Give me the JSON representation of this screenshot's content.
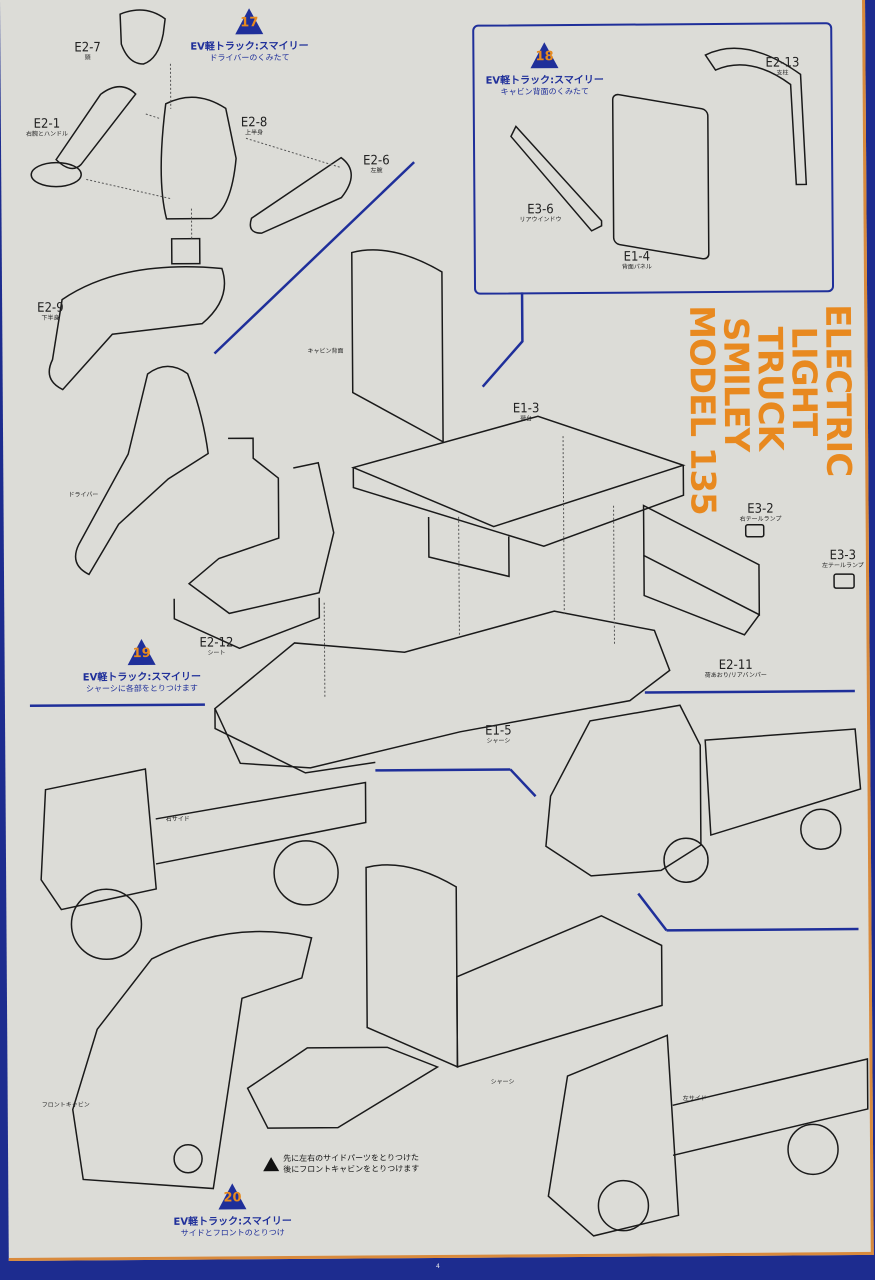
{
  "title": {
    "lines": [
      "ELECTRIC",
      "LIGHT",
      "TRUCK",
      "SMILEY",
      "MODEL 135"
    ],
    "color": "#e8891f"
  },
  "colors": {
    "accent_blue": "#1f2f9a",
    "accent_orange": "#e8891f",
    "paper": "#dcdcd7"
  },
  "steps": [
    {
      "number": "17",
      "title": "EV軽トラック:スマイリー",
      "subtitle": "ドライバーのくみたて"
    },
    {
      "number": "18",
      "title": "EV軽トラック:スマイリー",
      "subtitle": "キャビン背面のくみたて"
    },
    {
      "number": "19",
      "title": "EV軽トラック:スマイリー",
      "subtitle": "シャーシに各部をとりつけます"
    },
    {
      "number": "20",
      "title": "EV軽トラック:スマイリー",
      "subtitle": "サイドとフロントのとりつけ"
    }
  ],
  "parts": {
    "e2_7": {
      "id": "E2-7",
      "name": "頭"
    },
    "e2_1": {
      "id": "E2-1",
      "name": "右腕とハンドル"
    },
    "e2_8": {
      "id": "E2-8",
      "name": "上半身"
    },
    "e2_6": {
      "id": "E2-6",
      "name": "左腕"
    },
    "e2_9": {
      "id": "E2-9",
      "name": "下半身"
    },
    "e2_13": {
      "id": "E2-13",
      "name": "支柱"
    },
    "e3_6": {
      "id": "E3-6",
      "name": "リアウインドウ"
    },
    "e1_4": {
      "id": "E1-4",
      "name": "背面パネル"
    },
    "e1_3": {
      "id": "E1-3",
      "name": "荷台"
    },
    "e3_2": {
      "id": "E3-2",
      "name": "右テールランプ"
    },
    "e3_3": {
      "id": "E3-3",
      "name": "左テールランプ"
    },
    "e2_11": {
      "id": "E2-11",
      "name": "荷あおり/リアバンパー"
    },
    "e2_12": {
      "id": "E2-12",
      "name": "シート"
    },
    "e1_5": {
      "id": "E1-5",
      "name": "シャーシ"
    }
  },
  "callouts": {
    "driver": "ドライバー",
    "cabin_back": "キャビン背面",
    "right_side": "右サイド",
    "chassis": "シャーシ",
    "left_side": "左サイド",
    "front_cabin": "フロントキャビン"
  },
  "warning": {
    "line1": "先に左右のサイドパーツをとりつけた",
    "line2": "後にフロントキャビンをとりつけます"
  },
  "page_number": "4"
}
